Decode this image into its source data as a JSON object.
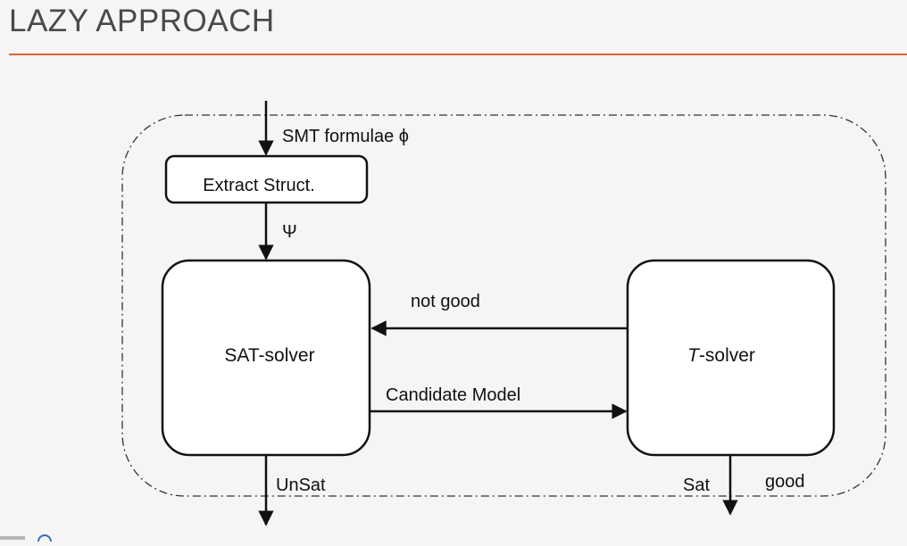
{
  "slide": {
    "title": "LAZY APPROACH",
    "accent_color": "#d9663a"
  },
  "diagram": {
    "input_label": "SMT formulae ϕ",
    "extract_box_label": "Extract Struct.",
    "psi_label": "Ψ",
    "sat_solver_label": "SAT-solver",
    "t_solver_prefix": "T",
    "t_solver_suffix": "-solver",
    "not_good_label": "not good",
    "candidate_label": "Candidate Model",
    "unsat_label": "UnSat",
    "sat_label": "Sat",
    "good_label": "good"
  }
}
